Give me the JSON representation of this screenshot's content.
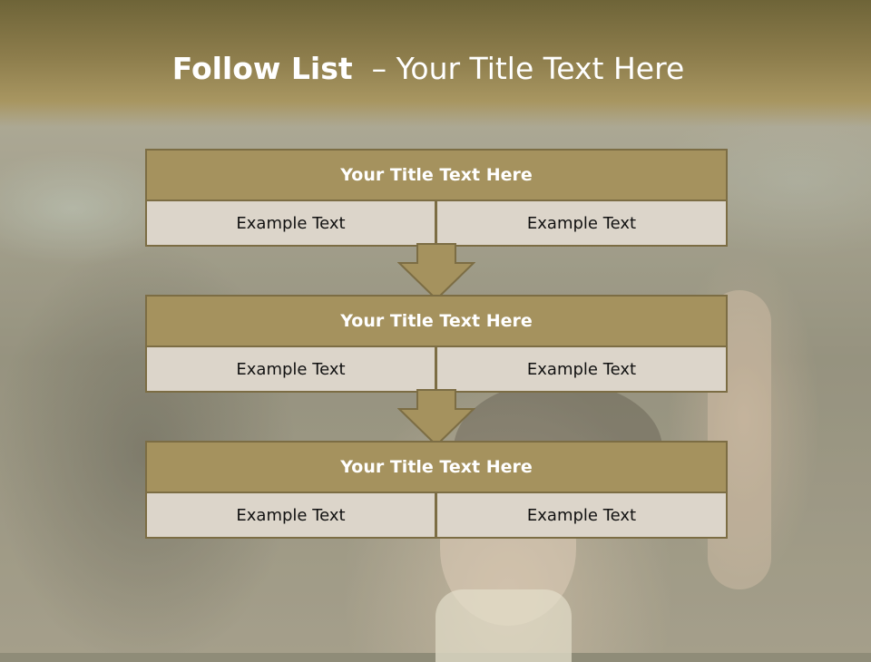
{
  "slide": {
    "title_strong": "Follow List",
    "title_rest": "  – Your Title Text Here"
  },
  "blocks": [
    {
      "title": "Your Title Text Here",
      "left": "Example Text",
      "right": "Example Text"
    },
    {
      "title": "Your Title Text Here",
      "left": "Example Text",
      "right": "Example Text"
    },
    {
      "title": "Your Title Text Here",
      "left": "Example Text",
      "right": "Example Text"
    }
  ],
  "colors": {
    "header_fill": "#a5925e",
    "border": "#7c6d44",
    "cell_fill": "#dcd5ca",
    "arrow_fill": "#a5925e"
  },
  "icons": {
    "connector": "down-arrow-icon"
  }
}
